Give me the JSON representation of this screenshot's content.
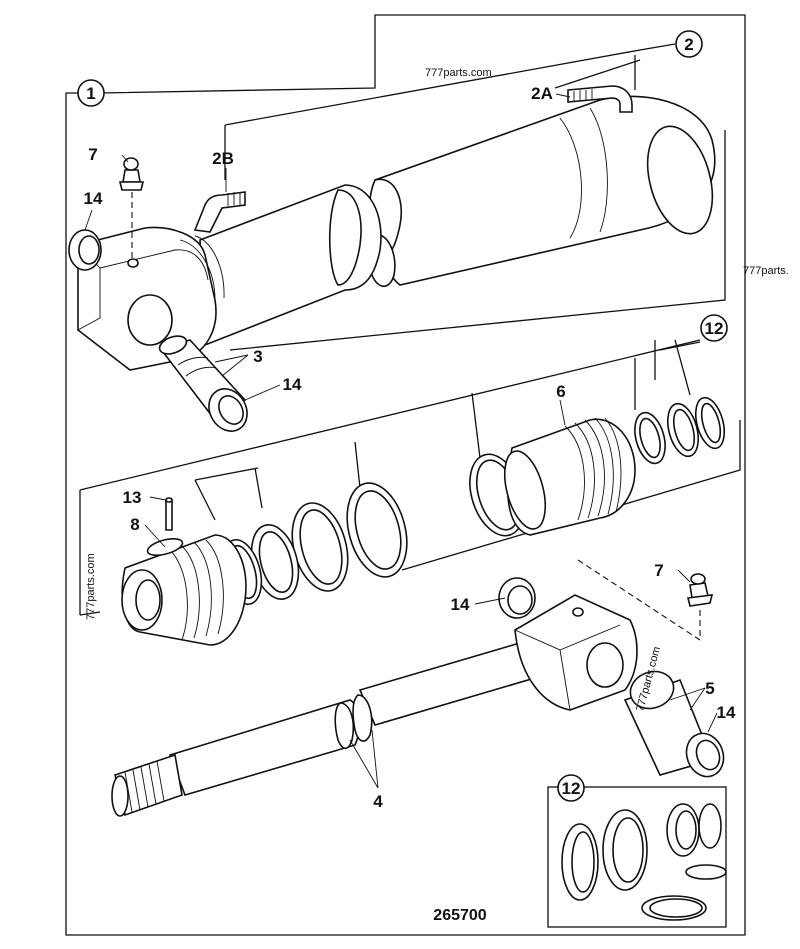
{
  "drawing_number": "265700",
  "watermarks": [
    "777parts.com",
    "777parts.",
    "777parts.com",
    "777parts.com"
  ],
  "callouts": {
    "c1": "1",
    "c2": "2",
    "c2a": "2A",
    "c2b": "2B",
    "c3": "3",
    "c4": "4",
    "c5": "5",
    "c6": "6",
    "c7a": "7",
    "c7b": "7",
    "c8": "8",
    "c12a": "12",
    "c12b": "12",
    "c13": "13",
    "c14a": "14",
    "c14b": "14",
    "c14c": "14",
    "c14d": "14"
  }
}
